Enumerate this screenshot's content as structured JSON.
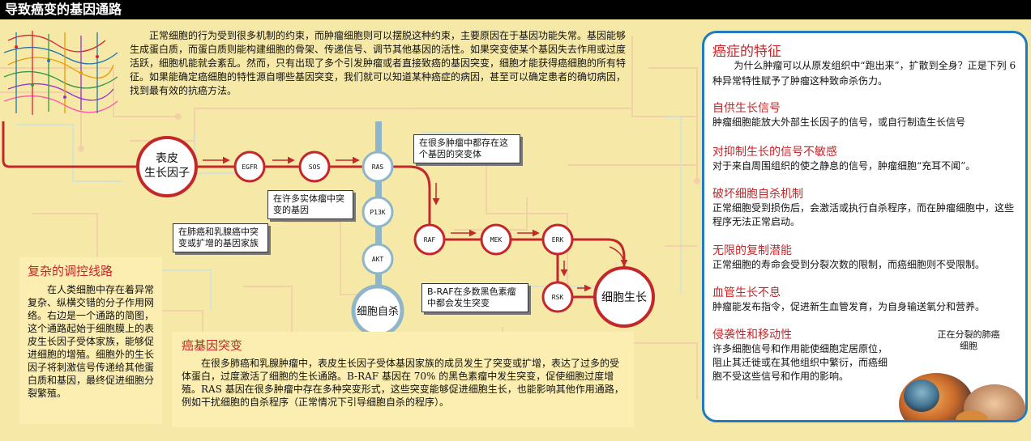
{
  "title": "导致癌变的基因通路",
  "intro": "正常细胞的行为受到很多机制的约束，而肿瘤细胞则可以摆脱这种约束，主要原因在于基因功能失常。基因能够生成蛋白质，而蛋白质则能构建细胞的骨架、传递信号、调节其他基因的活性。如果突变使某个基因失去作用或过度活跃，细胞机能就会紊乱。然而，只有出现了多个引发肿瘤或者直接致癌的基因突变，细胞才能获得癌细胞的所有特征。如果能确定癌细胞的特性源自哪些基因突变，我们就可以知道某种癌症的病因，甚至可以确定患者的确切病因，找到最有效的抗癌方法。",
  "nodes": {
    "growth_factor": "表皮\n生长因子",
    "egfr": "EGFR",
    "sos": "SOS",
    "ras": "RAS",
    "p13k": "P13K",
    "akt": "AKT",
    "apoptosis": "细胞自杀",
    "raf": "RAF",
    "mek": "MEK",
    "erk": "ERK",
    "rsk": "RSK",
    "growth": "细胞生长"
  },
  "callouts": {
    "ras": "在很多肿瘤中都存在这个基因的突变体",
    "p13k": "在许多实体瘤中突变的基因",
    "egfr": "在肺癌和乳腺癌中突变或扩增的基因家族",
    "braf": "B-RAF在多数黑色素瘤中都会发生突变"
  },
  "complex": {
    "heading": "复杂的调控线路",
    "body": "在人类细胞中存在着异常复杂、纵横交错的分子作用网络。右边是一个通路的简图，这个通路起始于细胞膜上的表皮生长因子受体家族，能够促进细胞的增殖。细胞外的生长因子将刺激信号传递给其他蛋白质和基因，最终促进细胞分裂繁殖。"
  },
  "oncogene": {
    "heading": "癌基因突变",
    "body": "在很多肺癌和乳腺肿瘤中，表皮生长因子受体基因家族的成员发生了突变或扩增，表达了过多的受体蛋白，过度激活了细胞的生长通路。B-RAF 基因在 70% 的黑色素瘤中发生突变，促使细胞过度增殖。RAS 基因在很多肿瘤中存在多种突变形式，这些突变能够促进细胞生长，也能影响其他作用通路，例如干扰细胞的自杀程序（正常情况下引导细胞自杀的程序）。"
  },
  "features": {
    "title": "癌症的特征",
    "intro": "为什么肿瘤可以从原发组织中“跑出来”，扩散到全身？正是下列 6 种异常特性赋予了肿瘤这种致命杀伤力。",
    "items": [
      {
        "heading": "自供生长信号",
        "body": "肿瘤细胞能放大外部生长因子的信号，或自行制造生长信号"
      },
      {
        "heading": "对抑制生长的信号不敏感",
        "body": "对于来自周围组织的使之静息的信号，肿瘤细胞“充耳不闻”。"
      },
      {
        "heading": "破坏细胞自杀机制",
        "body": "正常细胞受到损伤后，会激活或执行自杀程序，而在肿瘤细胞中，这些程序无法正常启动。"
      },
      {
        "heading": "无限的复制潜能",
        "body": "正常细胞的寿命会受到分裂次数的限制，而癌细胞则不受限制。"
      },
      {
        "heading": "血管生长不息",
        "body": "肿瘤能发布指令，促进新生血管发育，为自身输送氧分和营养。"
      },
      {
        "heading": "侵袭性和移动性",
        "body": "许多细胞信号和作用能使细胞定居原位，阻止其迁徙或在其他组织中繁衍，而癌细胞不受这些信号和作用的影响。"
      }
    ],
    "photo_caption": "正在分裂的肺癌细胞"
  },
  "colors": {
    "accent": "#c4272a",
    "frame": "#1f7ac0",
    "background": "#f6e9a8",
    "stalk": "#8fb6c8"
  }
}
